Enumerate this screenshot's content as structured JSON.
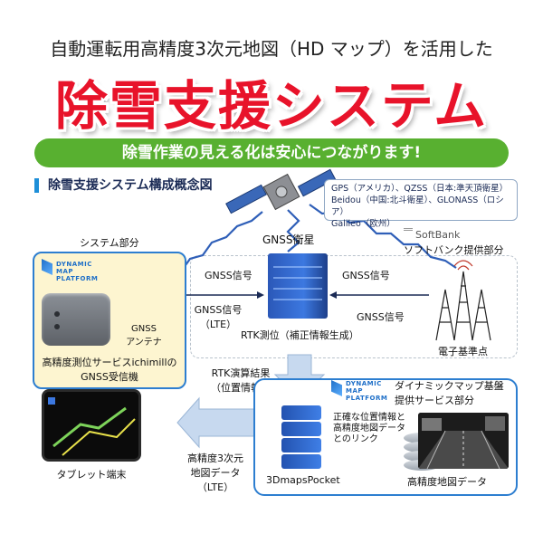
{
  "header": {
    "subtitle": "自動運転用高精度3次元地図（HD マップ）を活用した",
    "title": "除雪支援システム",
    "banner": "除雪作業の見える化は安心につながります!"
  },
  "diagram": {
    "section_title": "除雪支援システム構成概念図",
    "satellite_info": {
      "lines": [
        "GPS（アメリカ）、QZSS（日本:準天頂衛星）",
        "Beidou（中国:北斗衛星）、GLONASS（ロシア）",
        "Galileo（欧州）"
      ]
    },
    "labels": {
      "gnss_satellite": "GNSS衛星",
      "softbank_logo": "SoftBank",
      "softbank_part": "ソフトバンク提供部分",
      "system_part": "システム部分",
      "gnss_signal_left": "GNSS信号",
      "gnss_signal_right": "GNSS信号",
      "gnss_signal_lte": "GNSS信号",
      "lte": "（LTE）",
      "gnss_signal_bottom": "GNSS信号",
      "gnss_antenna_1": "GNSS",
      "gnss_antenna_2": "アンテナ",
      "rtk_positioning": "RTK測位（補正情報生成）",
      "reference_station": "電子基準点",
      "receiver_1": "高精度測位サービスichimillの",
      "receiver_2": "GNSS受信機",
      "rtk_result_1": "RTK演算結果",
      "rtk_result_2": "（位置情報）",
      "dmp_logo_1": "DYNAMIC",
      "dmp_logo_2": "MAP",
      "dmp_logo_3": "PLATFORM",
      "dmp_service_1": "ダイナミックマップ基盤",
      "dmp_service_2": "提供サービス部分",
      "link_1": "正確な位置情報と",
      "link_2": "高精度地図データ",
      "link_3": "とのリンク",
      "hd_map_1": "高精度3次元",
      "hd_map_2": "地図データ",
      "hd_map_3": "（LTE）",
      "tablet": "タブレット端末",
      "pocket": "3DmapsPocket",
      "map_data": "高精度地図データ"
    }
  }
}
